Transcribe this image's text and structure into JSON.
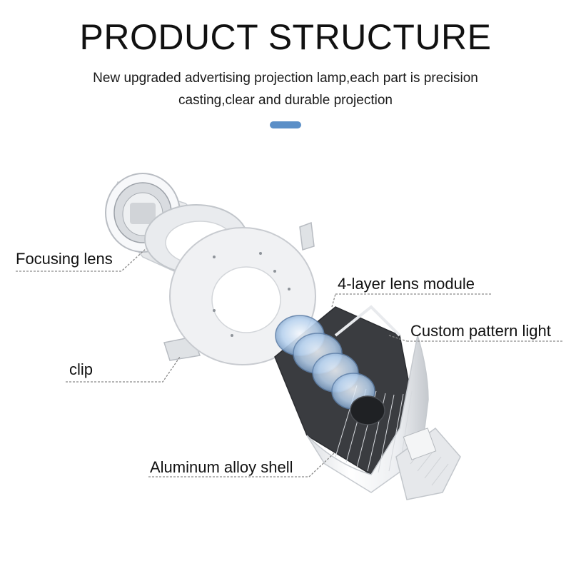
{
  "header": {
    "title": "PRODUCT STRUCTURE",
    "subtitle": "New upgraded advertising projection lamp,each part is precision casting,clear and durable projection",
    "accent_color": "#5b8fc7"
  },
  "callouts": {
    "focusing_lens": "Focusing lens",
    "lens_module": "4-layer lens module",
    "pattern_light": "Custom pattern light",
    "clip": "clip",
    "shell": "Aluminum alloy shell"
  },
  "colors": {
    "leader_line": "#8a8a8a",
    "body_white": "#f2f3f5",
    "body_shade": "#c9ccd1",
    "lens_blue": "#9fc0e6",
    "interior_dark": "#2b2d31"
  }
}
